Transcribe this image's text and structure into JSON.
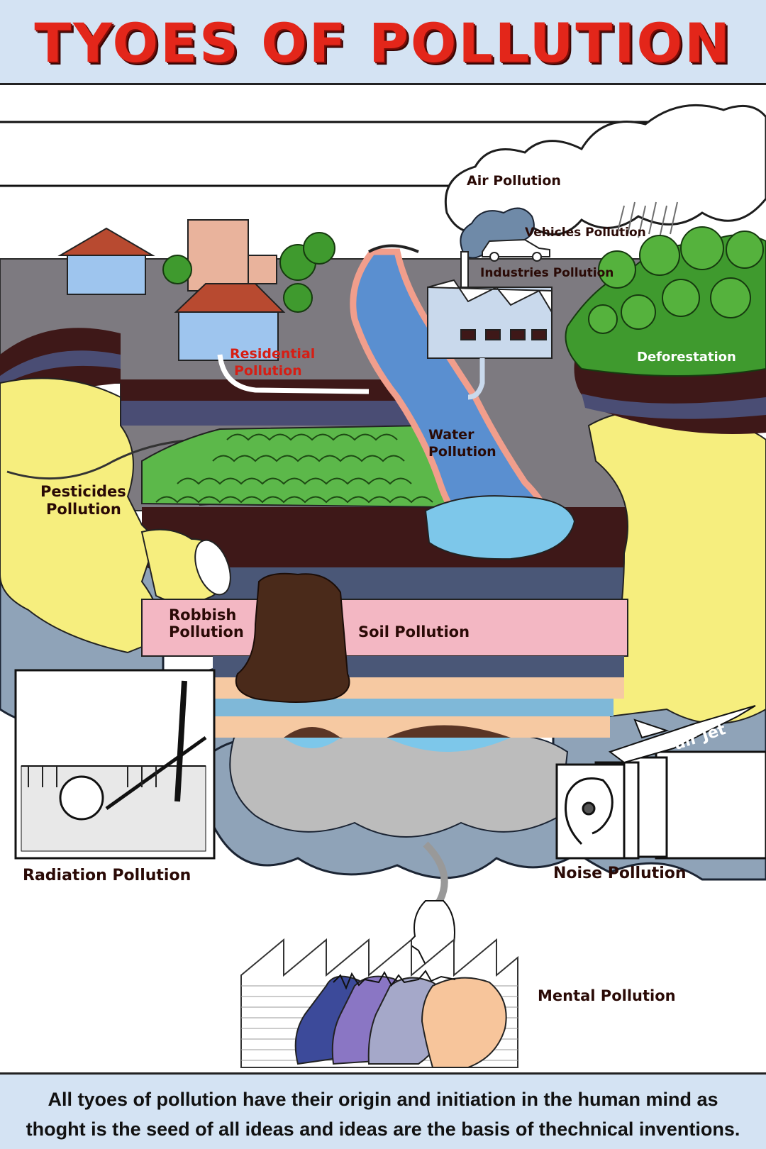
{
  "title": "TYOES OF POLLUTION",
  "labels": {
    "air": "Air Pollution",
    "vehicles": "Vehicles Pollution",
    "industries": "Industries Pollution",
    "residential_1": "Residential",
    "residential_2": "Pollution",
    "deforestation": "Deforestation",
    "water_1": "Water",
    "water_2": "Pollution",
    "pesticides_1": "Pesticides",
    "pesticides_2": "Pollution",
    "robbish_1": "Robbish",
    "robbish_2": "Pollution",
    "soil": "Soil Pollution",
    "air_jet": "air Jet",
    "radiation": "Radiation Pollution",
    "noise": "Noise Pollution",
    "mental": "Mental Pollution"
  },
  "footer": {
    "line1": "All tyoes of pollution have their origin and initiation in the human mind as",
    "line2": "thoght is the seed of all ideas and ideas are the basis of thechnical inventions."
  },
  "colors": {
    "title_red": "#e3261a",
    "header_bg": "#d4e3f3",
    "ground_grey": "#7d7a80",
    "water_blue": "#5a8fd0",
    "pond_blue": "#7dc7ea",
    "hand_yellow": "#f6ee7e",
    "soil_pink": "#f3b7c3",
    "dark_brown": "#3e1818",
    "smoke_blue": "#8fa3b8",
    "tree_green": "#3f9a2e"
  }
}
